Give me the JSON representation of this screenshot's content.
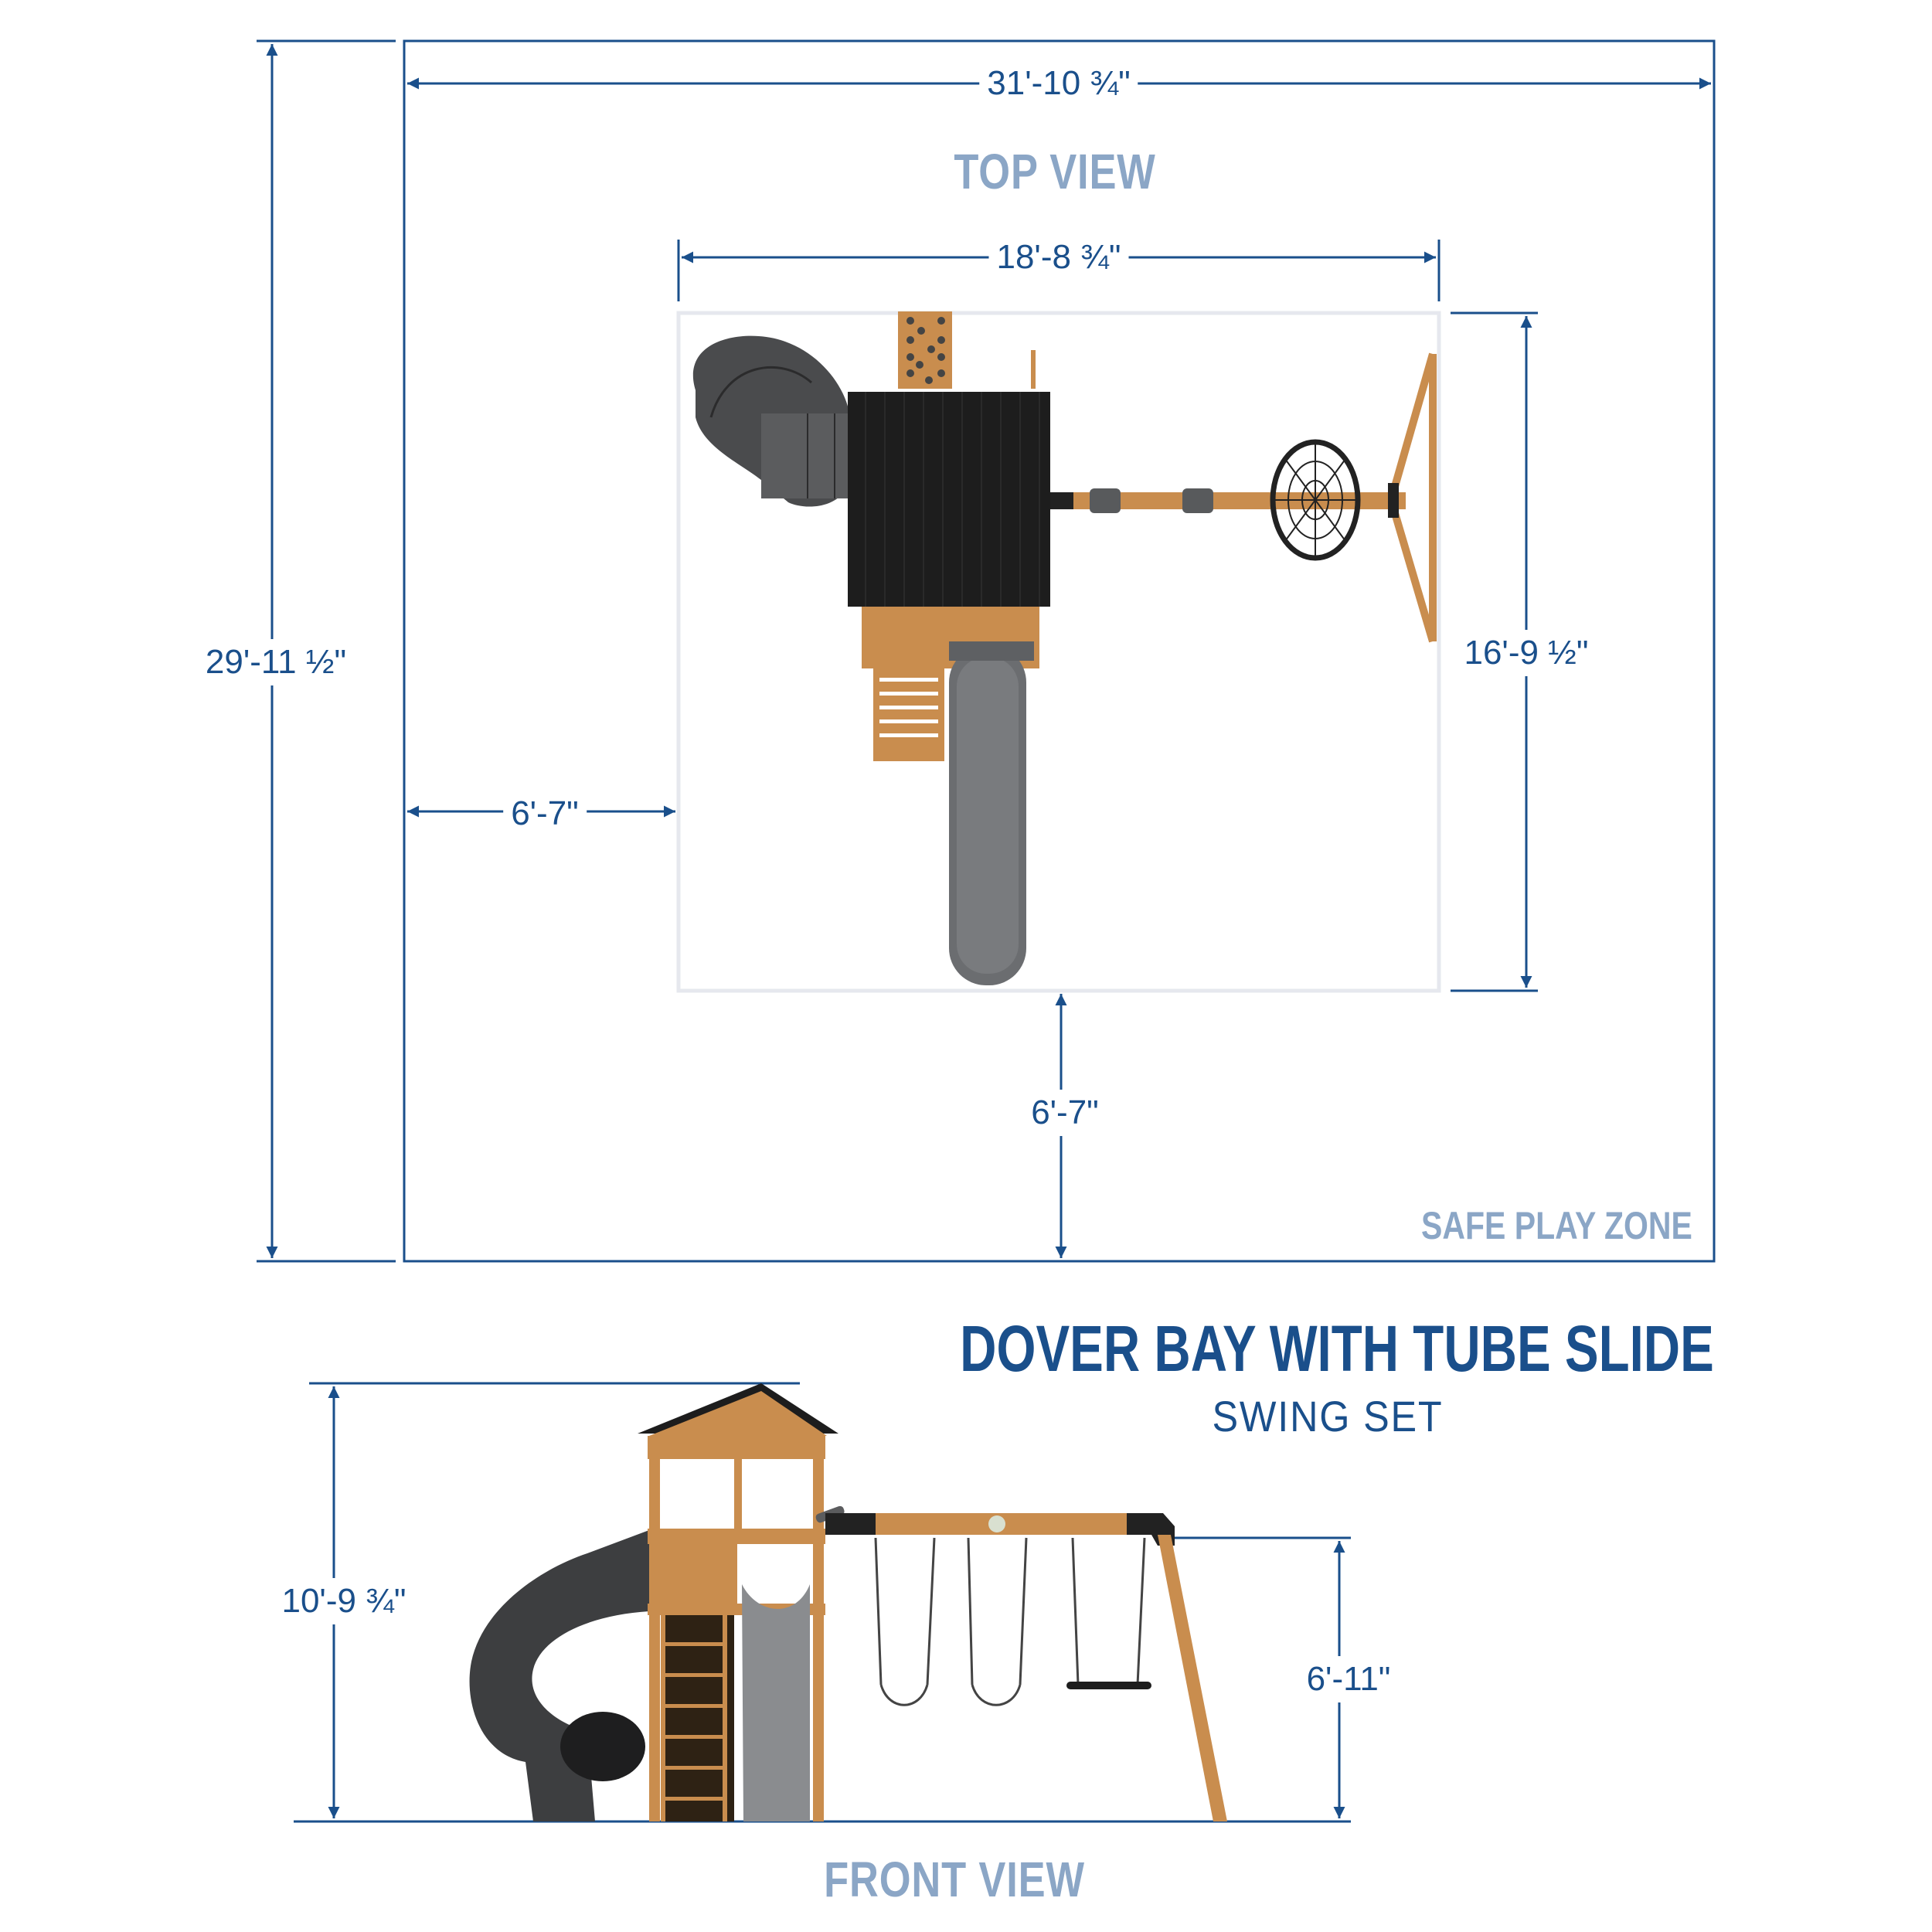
{
  "product": {
    "title": "DOVER BAY WITH TUBE SLIDE",
    "subtitle": "SWING SET"
  },
  "top_view": {
    "label": "TOP VIEW",
    "safe_zone_label": "SAFE PLAY ZONE",
    "dimensions": {
      "safe_zone_width": "31'-10 ¾\"",
      "safe_zone_depth": "29'-11 ½\"",
      "playset_width": "18'-8 ¾\"",
      "playset_depth": "16'-9 ½\"",
      "side_clearance": "6'-7\"",
      "front_clearance": "6'-7\""
    },
    "components": [
      "tube-slide",
      "rock-climbing-wall",
      "black-roof",
      "wooden-deck",
      "ladder",
      "wave-slide",
      "swing-beam",
      "belt-swings",
      "web-swing",
      "a-frame-leg"
    ]
  },
  "front_view": {
    "label": "FRONT VIEW",
    "dimensions": {
      "overall_height": "10'-9 ¾\"",
      "swing_beam_height": "6'-11\""
    },
    "components": [
      "tube-slide",
      "clubhouse-tower",
      "wave-slide",
      "ladder",
      "telescope",
      "swing-beam",
      "belt-swing-1",
      "belt-swing-2",
      "trapeze-bar",
      "a-frame-leg"
    ]
  },
  "colors": {
    "dimension_line": "#1a4f8b",
    "view_label": "#8ba6c6",
    "inner_boundary": "#e6e8ee",
    "wood": "#c98d4e",
    "roof": "#1d1d1d",
    "slide_grey": "#6b6d70",
    "tube_dark": "#3d3e40"
  }
}
